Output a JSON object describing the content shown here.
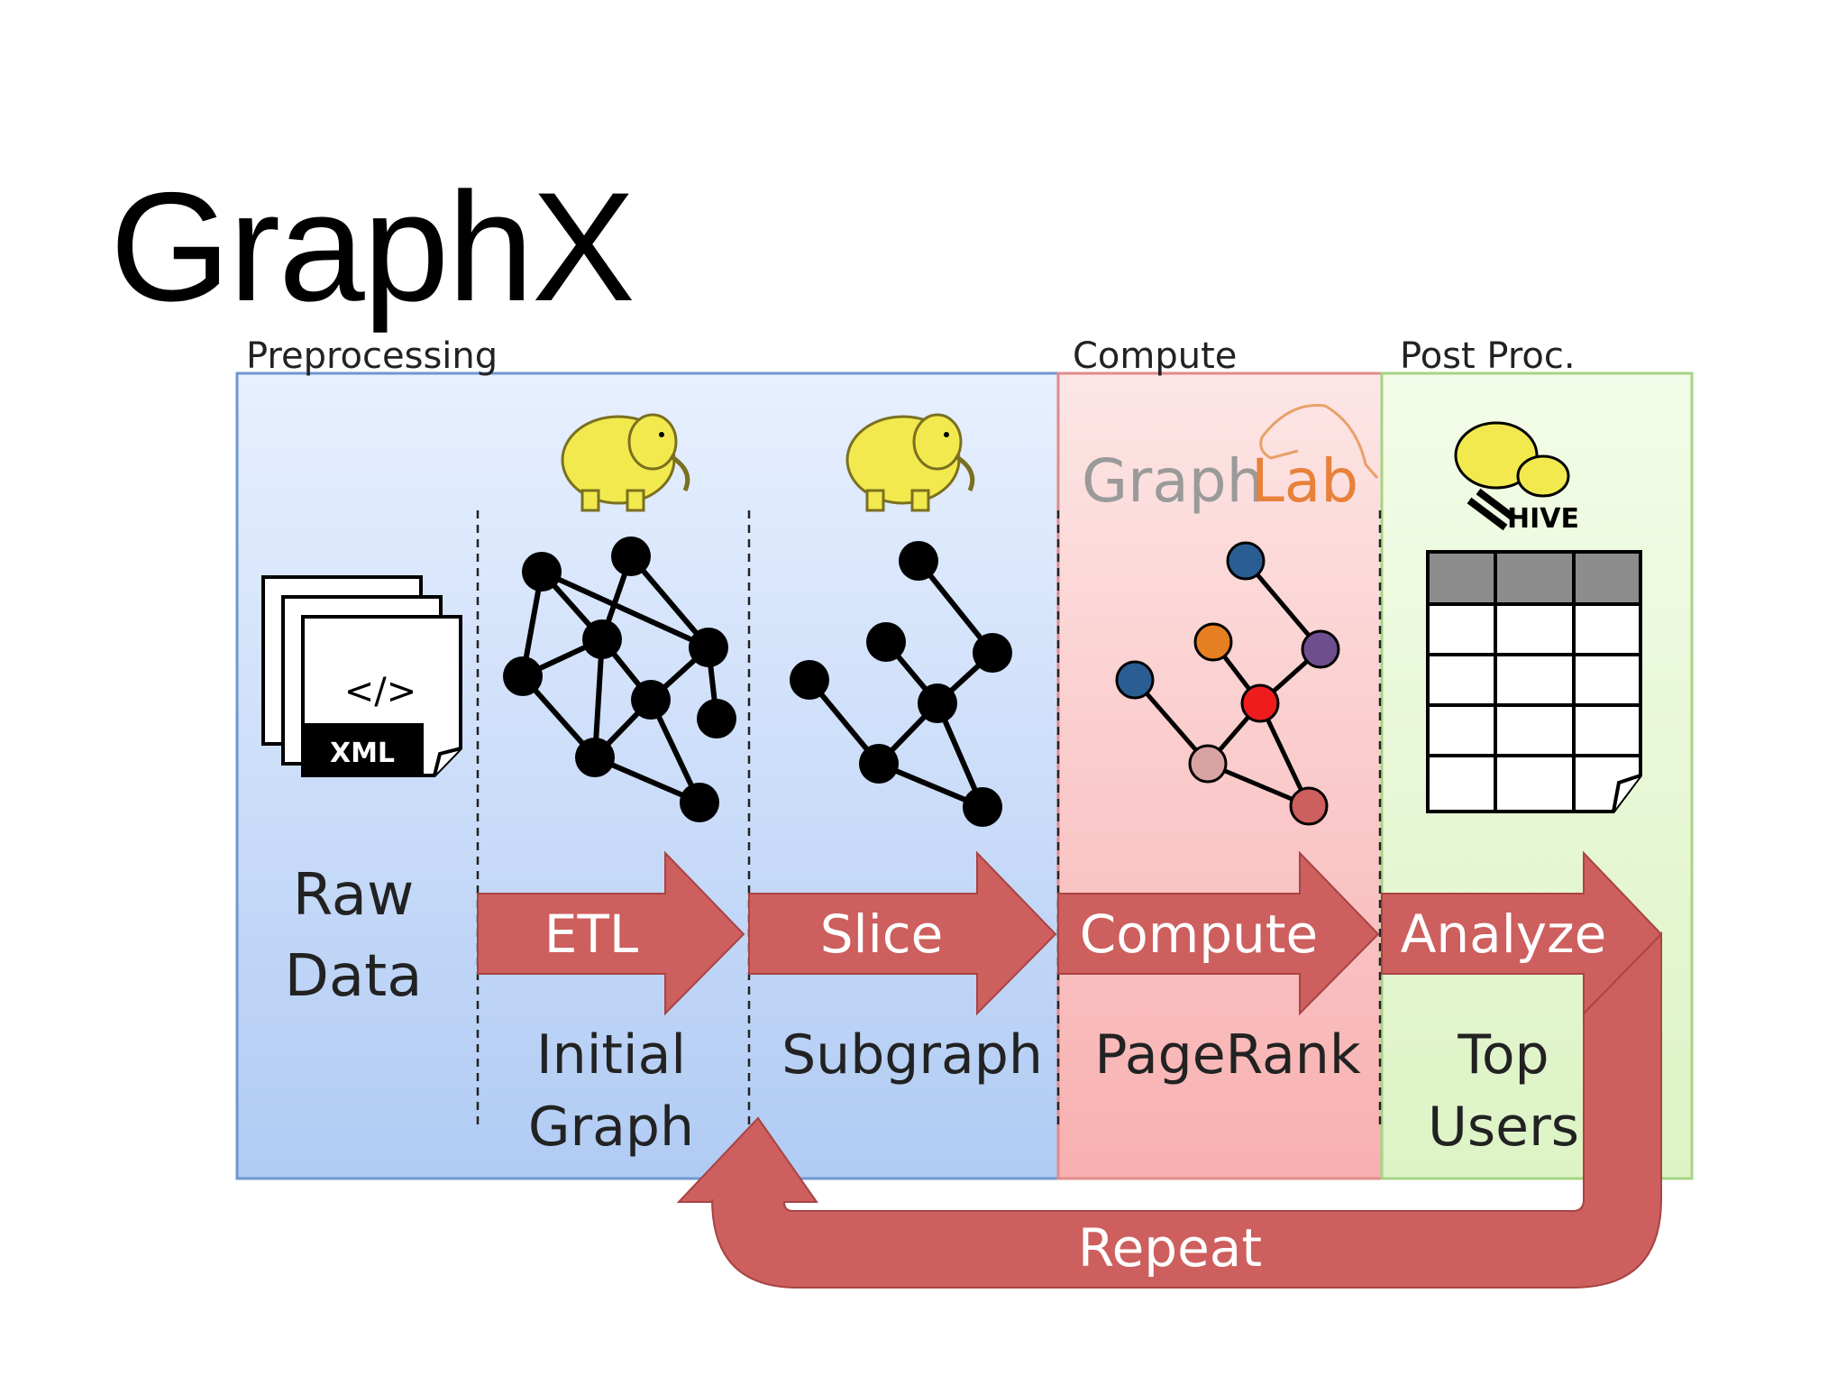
{
  "title": "GraphX",
  "stages": {
    "preprocessing": "Preprocessing",
    "compute": "Compute",
    "post": "Post Proc."
  },
  "raw": {
    "line1": "Raw",
    "line2": "Data",
    "badge": "XML",
    "code": "</>"
  },
  "arrows": {
    "etl": "ETL",
    "slice": "Slice",
    "compute": "Compute",
    "analyze": "Analyze",
    "repeat": "Repeat"
  },
  "outputs": {
    "initial_line1": "Initial",
    "initial_line2": "Graph",
    "subgraph": "Subgraph",
    "pagerank": "PageRank",
    "top_line1": "Top",
    "top_line2": "Users"
  },
  "logos": {
    "graphlab_a": "Graph",
    "graphlab_b": "Lab",
    "hive": "HIVE"
  },
  "colors": {
    "blue_top": "#e6efff",
    "blue_bottom": "#b3cdf4",
    "blue_border": "#6f97cf",
    "red_top": "#fde4e4",
    "red_bottom": "#f8b3b3",
    "red_border": "#e08b8b",
    "green_top": "#f1fbe4",
    "green_bottom": "#dff4c8",
    "green_border": "#a6d483",
    "arrow": "#cd5f5e",
    "arrow_dark": "#a84444",
    "node_blue": "#2a5e93",
    "node_orange": "#e67e22",
    "node_purple": "#6f4e8f",
    "node_red": "#ee1c1c",
    "node_pink": "#d9a3a3",
    "node_rose": "#cd5f5e",
    "hadoop_yellow": "#f2e94e"
  }
}
